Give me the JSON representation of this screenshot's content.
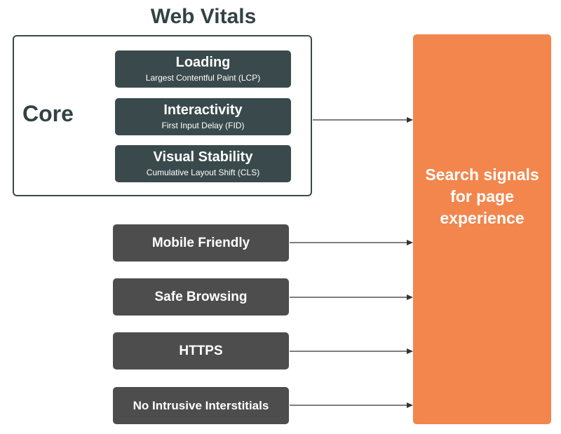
{
  "title": "Web Vitals",
  "core": {
    "label": "Core",
    "items": [
      {
        "title": "Loading",
        "subtitle": "Largest Contentful Paint (LCP)"
      },
      {
        "title": "Interactivity",
        "subtitle": "First Input Delay (FID)"
      },
      {
        "title": "Visual Stability",
        "subtitle": "Cumulative Layout Shift (CLS)"
      }
    ]
  },
  "signals": [
    {
      "label": "Mobile Friendly"
    },
    {
      "label": "Safe Browsing"
    },
    {
      "label": "HTTPS"
    },
    {
      "label": "No Intrusive Interstitials"
    }
  ],
  "result": {
    "label": "Search signals for page experience"
  },
  "colors": {
    "core_box": "#3a4a4c",
    "signal_box": "#4d4d4d",
    "result_box": "#f2864d",
    "text_dark": "#334244",
    "arrow": "#333333"
  }
}
